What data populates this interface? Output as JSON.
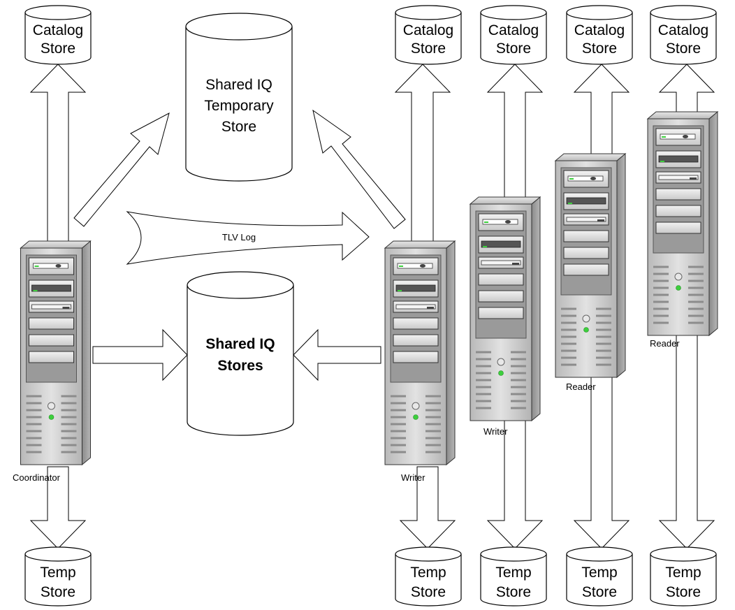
{
  "stores": {
    "catalog": {
      "line1": "Catalog",
      "line2": "Store"
    },
    "temp": {
      "line1": "Temp",
      "line2": "Store"
    },
    "shared_temp": {
      "line1": "Shared IQ",
      "line2": "Temporary",
      "line3": "Store"
    },
    "shared_main": {
      "line1": "Shared IQ",
      "line2": "Stores"
    }
  },
  "servers": {
    "coordinator": "Coordinator",
    "writer_1": "Writer",
    "writer_2": "Writer",
    "reader_1": "Reader",
    "reader_2": "Reader"
  },
  "log_arrow": {
    "label": "TLV Log"
  },
  "colors": {
    "server_body": "#c8c8c8",
    "server_dark": "#8f8f8f",
    "drive_led": "#3ccf3c"
  },
  "icons": [
    "server-icon",
    "cylinder-store-icon",
    "block-arrow-icon"
  ]
}
